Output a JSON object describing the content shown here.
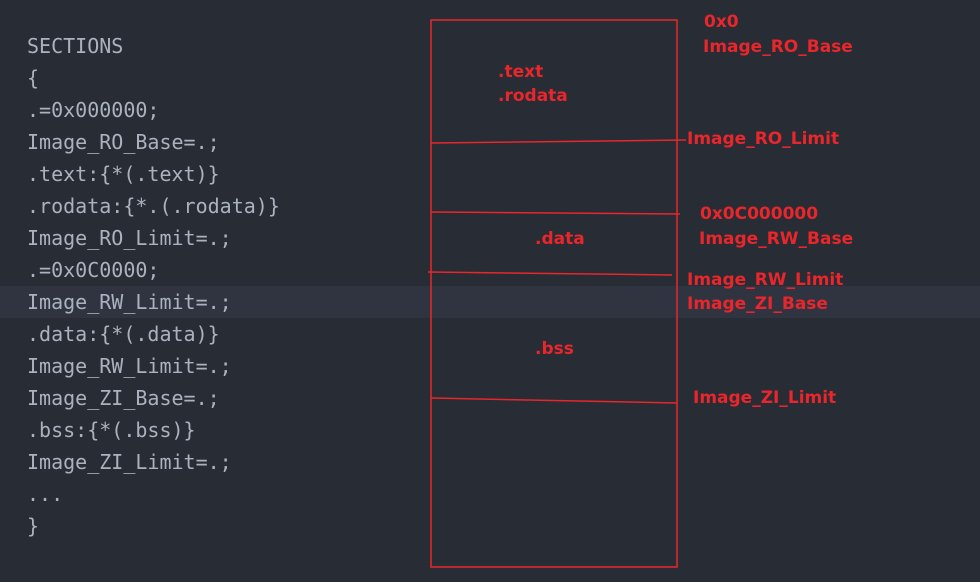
{
  "code": {
    "lines": [
      "SECTIONS",
      "{",
      ".=0x000000;",
      "Image_RO_Base=.;",
      ".text:{*(.text)}",
      ".rodata:{*.(.rodata)}",
      "Image_RO_Limit=.;",
      ".=0x0C0000;",
      "Image_RW_Limit=.;",
      ".data:{*(.data)}",
      "Image_RW_Limit=.;",
      "Image_ZI_Base=.;",
      ".bss:{*(.bss)}",
      "Image_ZI_Limit=.;",
      "...",
      "}"
    ],
    "highlighted_line": 8
  },
  "memory_map": {
    "sections": {
      "text": ".text",
      "rodata": ".rodata",
      "data": ".data",
      "bss": ".bss"
    },
    "labels": {
      "start_address": "0x0",
      "ro_base": "Image_RO_Base",
      "ro_limit": "Image_RO_Limit",
      "rw_address": "0x0C000000",
      "rw_base": "Image_RW_Base",
      "rw_limit": "Image_RW_Limit",
      "zi_base": "Image_ZI_Base",
      "zi_limit": "Image_ZI_Limit"
    }
  },
  "colors": {
    "background": "#282c34",
    "code_text": "#abb2bf",
    "annotation": "#e8262b",
    "highlight_row": "#2f3440"
  }
}
